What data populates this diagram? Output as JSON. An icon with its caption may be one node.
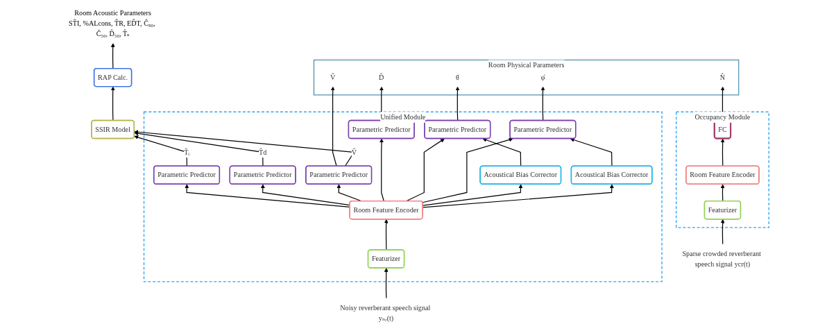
{
  "diagram": {
    "nodes": [
      {
        "text": [
          "Room Acoustic Parameters",
          "ST̂I, %ALcons, T̂R, ED̂T, Ĉ₈₀, Ĉ₅₀, D̂₅₀, T̂ₛ"
        ]
      },
      {
        "text": [
          "RAP Calc."
        ]
      },
      {
        "text": [
          "SSIR Model"
        ]
      },
      {
        "text": [
          "Room Physical Parameters"
        ]
      },
      {
        "text": [
          "V̂"
        ],
        "in": 3
      },
      {
        "text": [
          "D̂"
        ],
        "in": 3
      },
      {
        "text": [
          "θ̂"
        ],
        "in": 3
      },
      {
        "text": [
          "φ̂"
        ],
        "in": 3
      },
      {
        "text": [
          "N̂"
        ],
        "in": 3
      },
      {
        "text": [
          "Unified Module"
        ]
      },
      {
        "text": [
          "Parametric Predictor"
        ],
        "in": 9
      },
      {
        "text": [
          "Parametric Predictor"
        ],
        "in": 9
      },
      {
        "text": [
          "Parametric Predictor"
        ],
        "in": 9
      },
      {
        "text": [
          "Parametric Predictor"
        ],
        "in": 9
      },
      {
        "text": [
          "Parametric Predictor"
        ],
        "in": 9
      },
      {
        "text": [
          "Parametric Predictor"
        ],
        "in": 9
      },
      {
        "text": [
          "Acoustical Bias Corrector"
        ],
        "in": 9
      },
      {
        "text": [
          "Acoustical Bias Corrector"
        ],
        "in": 9
      },
      {
        "text": [
          "Room Feature Encoder"
        ],
        "in": 9
      },
      {
        "text": [
          "Featurizer"
        ],
        "in": 9
      },
      {
        "text": [
          "Occupancy Module"
        ]
      },
      {
        "text": [
          "FC"
        ],
        "in": 20
      },
      {
        "text": [
          "Room Feature Encoder"
        ],
        "in": 20
      },
      {
        "text": [
          "Featurizer"
        ],
        "in": 20
      },
      {
        "text": [
          "Noisy reverberant speech signal yₙᵣ(t)"
        ]
      },
      {
        "text": [
          "Sparse crowded reverberant speech signal ycr(t)"
        ]
      }
    ],
    "edges": [
      {
        "from": 24,
        "to": 19,
        "arrow": "to"
      },
      {
        "from": 19,
        "to": 18,
        "arrow": "to"
      },
      {
        "from": 18,
        "to": 10,
        "arrow": "to"
      },
      {
        "from": 18,
        "to": 11,
        "arrow": "to"
      },
      {
        "from": 18,
        "to": 12,
        "arrow": "to"
      },
      {
        "from": 18,
        "to": 13,
        "arrow": "to"
      },
      {
        "from": 18,
        "to": 14,
        "arrow": "to"
      },
      {
        "from": 18,
        "to": 15,
        "arrow": "to"
      },
      {
        "from": 18,
        "to": 16,
        "arrow": "to"
      },
      {
        "from": 18,
        "to": 17,
        "arrow": "to"
      },
      {
        "from": 16,
        "to": 14,
        "arrow": "to"
      },
      {
        "from": 17,
        "to": 15,
        "arrow": "to"
      },
      {
        "from": 10,
        "to": 2,
        "label": "T̂ᵢ",
        "arrow": "to"
      },
      {
        "from": 11,
        "to": 2,
        "label": "T̂d",
        "arrow": "to"
      },
      {
        "from": 12,
        "to": 4,
        "arrow": "to"
      },
      {
        "from": 12,
        "to": 2,
        "label": "V̂",
        "arrow": "to"
      },
      {
        "from": 13,
        "to": 5,
        "arrow": "to"
      },
      {
        "from": 14,
        "to": 6,
        "arrow": "to"
      },
      {
        "from": 15,
        "to": 7,
        "arrow": "to"
      },
      {
        "from": 2,
        "to": 1,
        "arrow": "to"
      },
      {
        "from": 1,
        "to": 0,
        "arrow": "to"
      },
      {
        "from": 25,
        "to": 23,
        "arrow": "to"
      },
      {
        "from": 23,
        "to": 22,
        "arrow": "to"
      },
      {
        "from": 22,
        "to": 21,
        "arrow": "to"
      },
      {
        "from": 21,
        "to": 8,
        "arrow": "to"
      }
    ]
  }
}
